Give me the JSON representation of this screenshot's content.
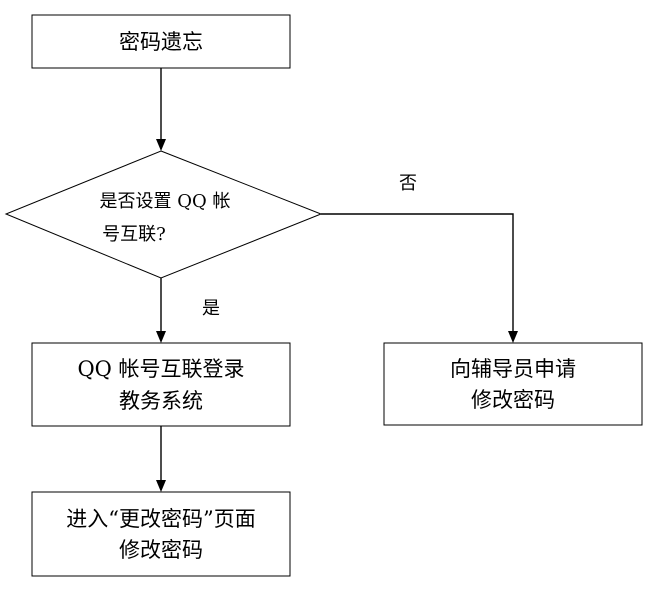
{
  "diagram": {
    "nodes": {
      "forgot_password": {
        "line1": "密码遗忘"
      },
      "decision": {
        "line1": "是否设置 QQ 帐",
        "line2": "号互联?"
      },
      "qq_login": {
        "line1": "QQ 帐号互联登录",
        "line2": "教务系统"
      },
      "counselor": {
        "line1": "向辅导员申请",
        "line2": "修改密码"
      },
      "change_page": {
        "line1": "进入“更改密码”页面",
        "line2": "修改密码"
      }
    },
    "edges": {
      "yes_label": "是",
      "no_label": "否"
    },
    "colors": {
      "stroke": "#000000",
      "background": "#ffffff"
    }
  }
}
